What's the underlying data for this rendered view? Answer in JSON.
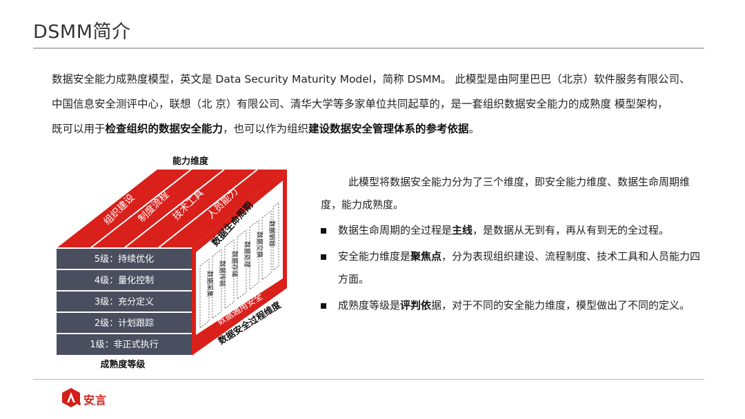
{
  "header": {
    "title": "DSMM简介"
  },
  "intro": {
    "line1": "数据安全能力成熟度模型，英文是 Data Security Maturity Model，简称 DSMM。 此模型是由阿里巴巴（北京）软件服务有限公司、",
    "line2": "中国信息安全测评中心，联想（北 京）有限公司、清华大学等多家单位共同起草的，是一套组织数据安全能力的成熟度 模型架构，",
    "line3_a": "既可以用于",
    "line3_b": "检查组织的数据安全能力",
    "line3_c": "，也可以作为组织",
    "line3_d": "建设数据安全管理体系的参考依据",
    "line3_e": "。"
  },
  "diagram": {
    "top_label": "能力维度",
    "bottom_label": "成熟度等级",
    "capabilities": [
      "组织建设",
      "制度流程",
      "技术工具",
      "人员能力"
    ],
    "levels": [
      "5级：持续优化",
      "4级：量化控制",
      "3级：充分定义",
      "2级：计划跟踪",
      "1级：非正式执行"
    ],
    "side_top": "数据生命周期",
    "stages": [
      "数据采集",
      "数据传输",
      "数据存储",
      "数据处理",
      "数据交换",
      "数据销毁"
    ],
    "side_general": "数据通用安全",
    "side_bottom": "数据安全过程维度",
    "colors": {
      "red": "#d9201b",
      "dark": "#4a4e5e"
    }
  },
  "description": {
    "lead": "此模型将数据安全能力分为了三个维度，即安全能力维度、数据生命周期维度，能力成熟度。",
    "bullets": [
      {
        "pre": "数据生命周期的全过程是",
        "bold": "主线",
        "post": "，是数据从无到有，再从有到无的全过程。"
      },
      {
        "pre": "安全能力维度是",
        "bold": "聚焦点",
        "post": "，分为表现组织建设、流程制度、技术工具和人员能力四方面。"
      },
      {
        "pre": "成熟度等级是",
        "bold": "评判依",
        "post": "据，对于不同的安全能力维度，模型做出了不同的定义。"
      }
    ]
  },
  "footer": {
    "logo_text": "安言",
    "logo_sub": "ARYASEC"
  }
}
